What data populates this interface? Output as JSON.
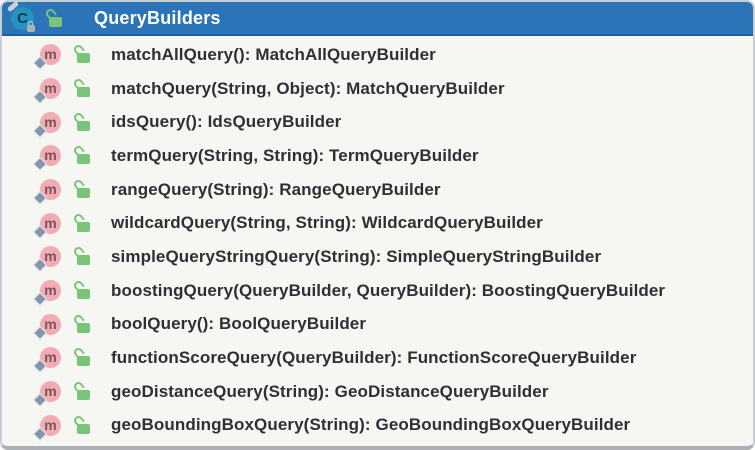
{
  "header": {
    "title": "QueryBuilders",
    "class_icon_letter": "C"
  },
  "icons": {
    "method_letter": "m",
    "class_icon": "class-icon",
    "public_lock_icon": "open-green-padlock",
    "final_lock_icon": "grey-padlock"
  },
  "colors": {
    "header_bg": "#2b74b8",
    "header_edge": "#1d5d9c",
    "list_bg": "#f6f7f2",
    "row_text": "#2d3034",
    "method_icon_bg": "#f3abb4",
    "method_icon_letter": "#75555e",
    "diamond_overlay": "#8496a9",
    "public_lock_green": "#79c479",
    "class_icon_bg": "#2493c0"
  },
  "methods": [
    {
      "signature": "matchAllQuery(): MatchAllQueryBuilder"
    },
    {
      "signature": "matchQuery(String, Object): MatchQueryBuilder"
    },
    {
      "signature": "idsQuery(): IdsQueryBuilder"
    },
    {
      "signature": "termQuery(String, String): TermQueryBuilder"
    },
    {
      "signature": "rangeQuery(String): RangeQueryBuilder"
    },
    {
      "signature": "wildcardQuery(String, String): WildcardQueryBuilder"
    },
    {
      "signature": "simpleQueryStringQuery(String): SimpleQueryStringBuilder"
    },
    {
      "signature": "boostingQuery(QueryBuilder, QueryBuilder): BoostingQueryBuilder"
    },
    {
      "signature": "boolQuery(): BoolQueryBuilder"
    },
    {
      "signature": "functionScoreQuery(QueryBuilder): FunctionScoreQueryBuilder"
    },
    {
      "signature": "geoDistanceQuery(String): GeoDistanceQueryBuilder"
    },
    {
      "signature": "geoBoundingBoxQuery(String): GeoBoundingBoxQueryBuilder"
    }
  ]
}
